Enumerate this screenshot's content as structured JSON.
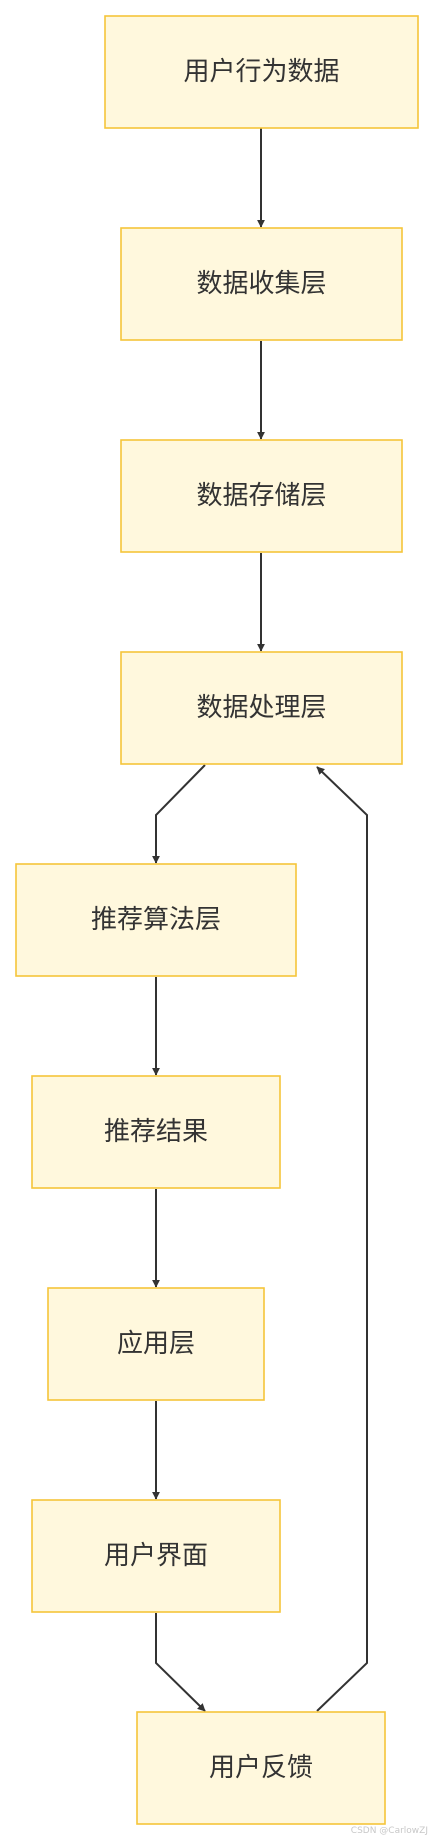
{
  "diagram": {
    "type": "flowchart",
    "direction": "top-to-bottom",
    "colors": {
      "node_fill": "#fff8dd",
      "node_border": "#f5c53a",
      "text": "#333333",
      "edge": "#333333"
    },
    "nodes": [
      {
        "id": "user-behavior-data",
        "label": "用户行为数据"
      },
      {
        "id": "data-collection",
        "label": "数据收集层"
      },
      {
        "id": "data-storage",
        "label": "数据存储层"
      },
      {
        "id": "data-processing",
        "label": "数据处理层"
      },
      {
        "id": "recommendation-algorithm",
        "label": "推荐算法层"
      },
      {
        "id": "recommendation-result",
        "label": "推荐结果"
      },
      {
        "id": "application",
        "label": "应用层"
      },
      {
        "id": "user-interface",
        "label": "用户界面"
      },
      {
        "id": "user-feedback",
        "label": "用户反馈"
      }
    ],
    "edges": [
      {
        "from": "user-behavior-data",
        "to": "data-collection"
      },
      {
        "from": "data-collection",
        "to": "data-storage"
      },
      {
        "from": "data-storage",
        "to": "data-processing"
      },
      {
        "from": "data-processing",
        "to": "recommendation-algorithm"
      },
      {
        "from": "recommendation-algorithm",
        "to": "recommendation-result"
      },
      {
        "from": "recommendation-result",
        "to": "application"
      },
      {
        "from": "application",
        "to": "user-interface"
      },
      {
        "from": "user-interface",
        "to": "user-feedback"
      },
      {
        "from": "user-feedback",
        "to": "data-processing"
      }
    ]
  },
  "watermark": "CSDN @CarlowZJ"
}
